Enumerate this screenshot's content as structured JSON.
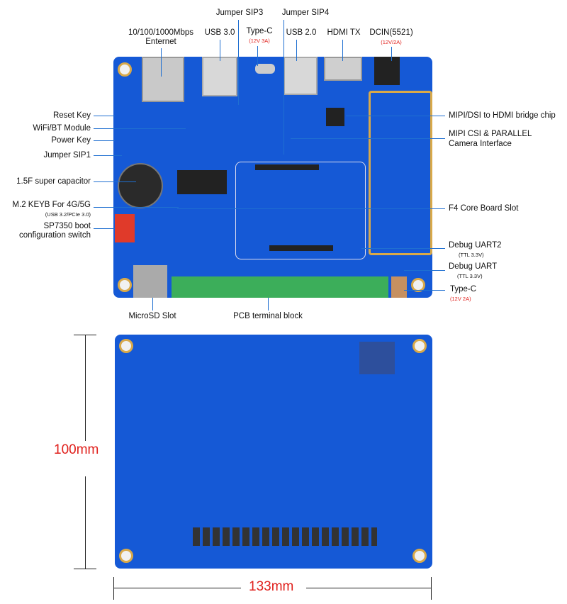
{
  "top_labels": {
    "jumper_sip3": "Jumper SIP3",
    "jumper_sip4": "Jumper SIP4",
    "ethernet": [
      "10/100/1000Mbps",
      "Enternet"
    ],
    "usb3": "USB 3.0",
    "typec_top": {
      "label": "Type-C",
      "note": "(12V 3A)"
    },
    "usb2": "USB 2.0",
    "hdmi": "HDMI TX",
    "dcin": {
      "label": "DCIN(5521)",
      "note": "(12V/2A)"
    }
  },
  "left_labels": {
    "reset": "Reset Key",
    "wifi": "WiFi/BT Module",
    "power": "Power Key",
    "sip1": "Jumper SIP1",
    "supercap": "1.5F super capacitor",
    "m2": {
      "label": "M.2 KEYB For 4G/5G",
      "note": "(USB 3.2/PCIe 3.0)"
    },
    "boot": [
      "SP7350 boot",
      "configuration switch"
    ]
  },
  "right_labels": {
    "mipi_dsi": "MIPI/DSI to HDMI bridge chip",
    "mipi_csi": [
      "MIPI CSI & PARALLEL",
      "Camera Interface"
    ],
    "core_slot": "F4 Core Board Slot",
    "uart2": {
      "label": "Debug UART2",
      "note": "(TTL 3.3V)"
    },
    "uart": {
      "label": "Debug UART",
      "note": "(TTL 3.3V)"
    },
    "typec_right": {
      "label": "Type-C",
      "note": "(12V 2A)"
    }
  },
  "bottom_labels": {
    "microsd": "MicroSD Slot",
    "terminal": "PCB terminal block"
  },
  "dimensions": {
    "height": "100mm",
    "width": "133mm"
  },
  "colors": {
    "board": "#1559d6",
    "accent": "#e0201c",
    "line": "#1f6fd1"
  }
}
